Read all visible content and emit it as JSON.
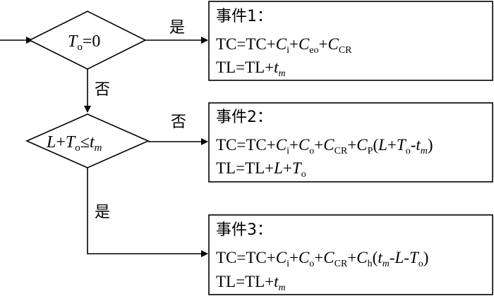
{
  "decisions": [
    {
      "id": "d1",
      "var": "T",
      "sub": "o",
      "rest": "=0"
    },
    {
      "id": "d2",
      "L": "L",
      "plus": "+",
      "T": "T",
      "tsub": "o",
      "le": "≤",
      "t": "t",
      "msub": "m"
    }
  ],
  "branch_labels": {
    "yes1": "是",
    "no1": "否",
    "no2": "否",
    "yes2": "是"
  },
  "events": [
    {
      "title": "事件1：",
      "line1": [
        "TC=TC+",
        "C",
        "i",
        "+",
        "C",
        "eo",
        "+",
        "C",
        "CR"
      ],
      "line2": [
        "TL=TL+",
        "t",
        "m"
      ]
    },
    {
      "title": "事件2：",
      "line1": [
        "TC=TC+",
        "C",
        "i",
        "+",
        "C",
        "o",
        "+",
        "C",
        "CR",
        "+",
        "C",
        "P",
        "(",
        "L",
        "+",
        "T",
        "o",
        "-",
        "t",
        "m",
        ")"
      ],
      "line2": [
        "TL=TL+",
        "L",
        "+",
        "T",
        "o"
      ]
    },
    {
      "title": "事件3：",
      "line1": [
        "TC=TC+",
        "C",
        "i",
        "+",
        "C",
        "o",
        "+",
        "C",
        "CR",
        "+",
        "C",
        "h",
        "(",
        "t",
        "m",
        "-",
        "L",
        "-",
        "T",
        "o",
        ")"
      ],
      "line2": [
        "TL=TL+",
        "t",
        "m"
      ]
    }
  ]
}
